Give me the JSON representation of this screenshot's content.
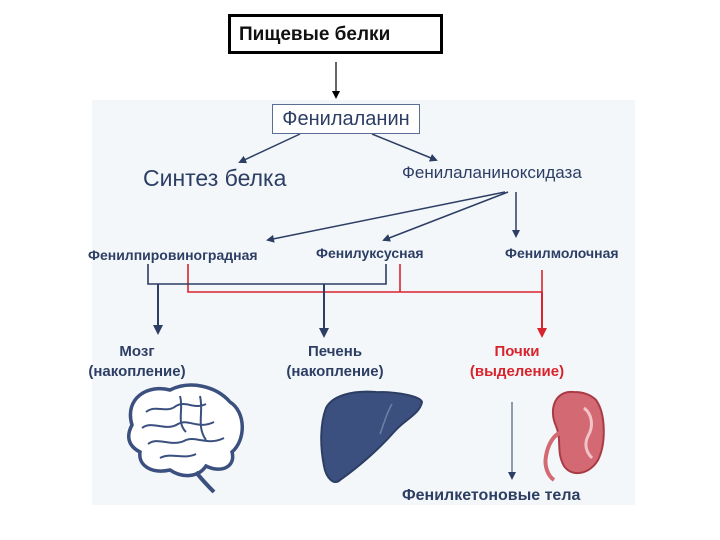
{
  "top_box": "Пищевые белки",
  "phenylalanine": "Фенилаланин",
  "synthesis": "Синтез белка",
  "oxidase": "Фенилаланиноксидаза",
  "acids": {
    "pyruvic": "Фенилпировиноградная",
    "acetic": "Фенилуксусная",
    "lactic": "Фенилмолочная"
  },
  "organs": {
    "brain": {
      "name": "Мозг",
      "action": "(накопление)"
    },
    "liver": {
      "name": "Печень",
      "action": "(накопление)"
    },
    "kidney": {
      "name": "Почки",
      "action": "(выделение)"
    }
  },
  "ketone_bodies": "Фенилкетоновые тела",
  "colors": {
    "navy": "#2d3e64",
    "red": "#d8242d",
    "organ_blue": "#3b507e",
    "kidney_red": "#d36a73"
  }
}
